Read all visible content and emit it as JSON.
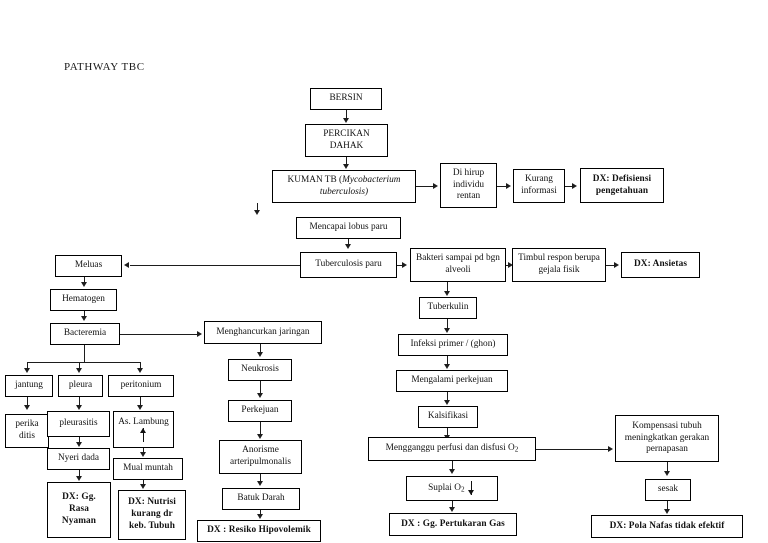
{
  "document": {
    "title": "PATHWAY TBC"
  },
  "diagram": {
    "type": "flowchart",
    "orientation": "top-down",
    "nodes": {
      "bersin": "BERSIN",
      "percikan_dahak": "PERCIKAN DAHAK",
      "kuman_tb_prefix": "KUMAN TB (",
      "kuman_tb_italic": "Mycobacterium tuberculosis",
      "kuman_tb_suffix": ")",
      "di_hirup": "Di hirup individu rentan",
      "kurang_informasi": "Kurang informasi",
      "dx_defisiensi": "DX: Defisiensi pengetahuan",
      "mencapai_lobus": "Mencapai lobus paru",
      "tuberculosis_paru": "Tuberculosis paru",
      "bakteri_alveoli": "Bakteri sampai pd bgn alveoli",
      "timbul_respon": "Timbul respon berupa gejala fisik",
      "dx_ansietas": "DX: Ansietas",
      "meluas": "Meluas",
      "hematogen": "Hematogen",
      "bacteremia": "Bacteremia",
      "menghancurkan_jaringan": "Menghancurkan jaringan",
      "jantung": "jantung",
      "pleura": "pleura",
      "peritonium": "peritonium",
      "perikaditis": "perika ditis",
      "pleurasitis": "pleurasitis",
      "as_lambung": "As. Lambung",
      "nyeri_dada": "Nyeri dada",
      "mual_muntah": "Mual muntah",
      "dx_gg_rasa_nyaman": "DX: Gg. Rasa Nyaman",
      "dx_nutrisi": "DX: Nutrisi kurang dr keb. Tubuh",
      "neukrosis": "Neukrosis",
      "perkejuan": "Perkejuan",
      "anorisme": "Anorisme arteripulmonalis",
      "batuk_darah": "Batuk Darah",
      "dx_resiko_hipovolemik": "DX : Resiko Hipovolemik",
      "tuberkulin": "Tuberkulin",
      "infeksi_primer": "Infeksi primer / (ghon)",
      "mengalami_perkejuan": "Mengalami perkejuan",
      "kalsifikasi": "Kalsifikasi",
      "mengganggu_perfusi_a": "Mengganggu perfusi dan disfusi O",
      "mengganggu_perfusi_sub": "2",
      "suplai_o2_a": "Suplai O",
      "suplai_o2_sub": "2",
      "dx_pertukaran_gas": "DX : Gg. Pertukaran  Gas",
      "kompensasi": "Kompensasi tubuh meningkatkan gerakan pernapasan",
      "sesak": "sesak",
      "dx_pola_nafas": "DX: Pola Nafas tidak efektif"
    },
    "colors": {
      "box_border": "#000000",
      "box_fill": "#ffffff",
      "connector": "#1d1d1d",
      "text": "#111111",
      "page_background": "#ffffff"
    }
  }
}
